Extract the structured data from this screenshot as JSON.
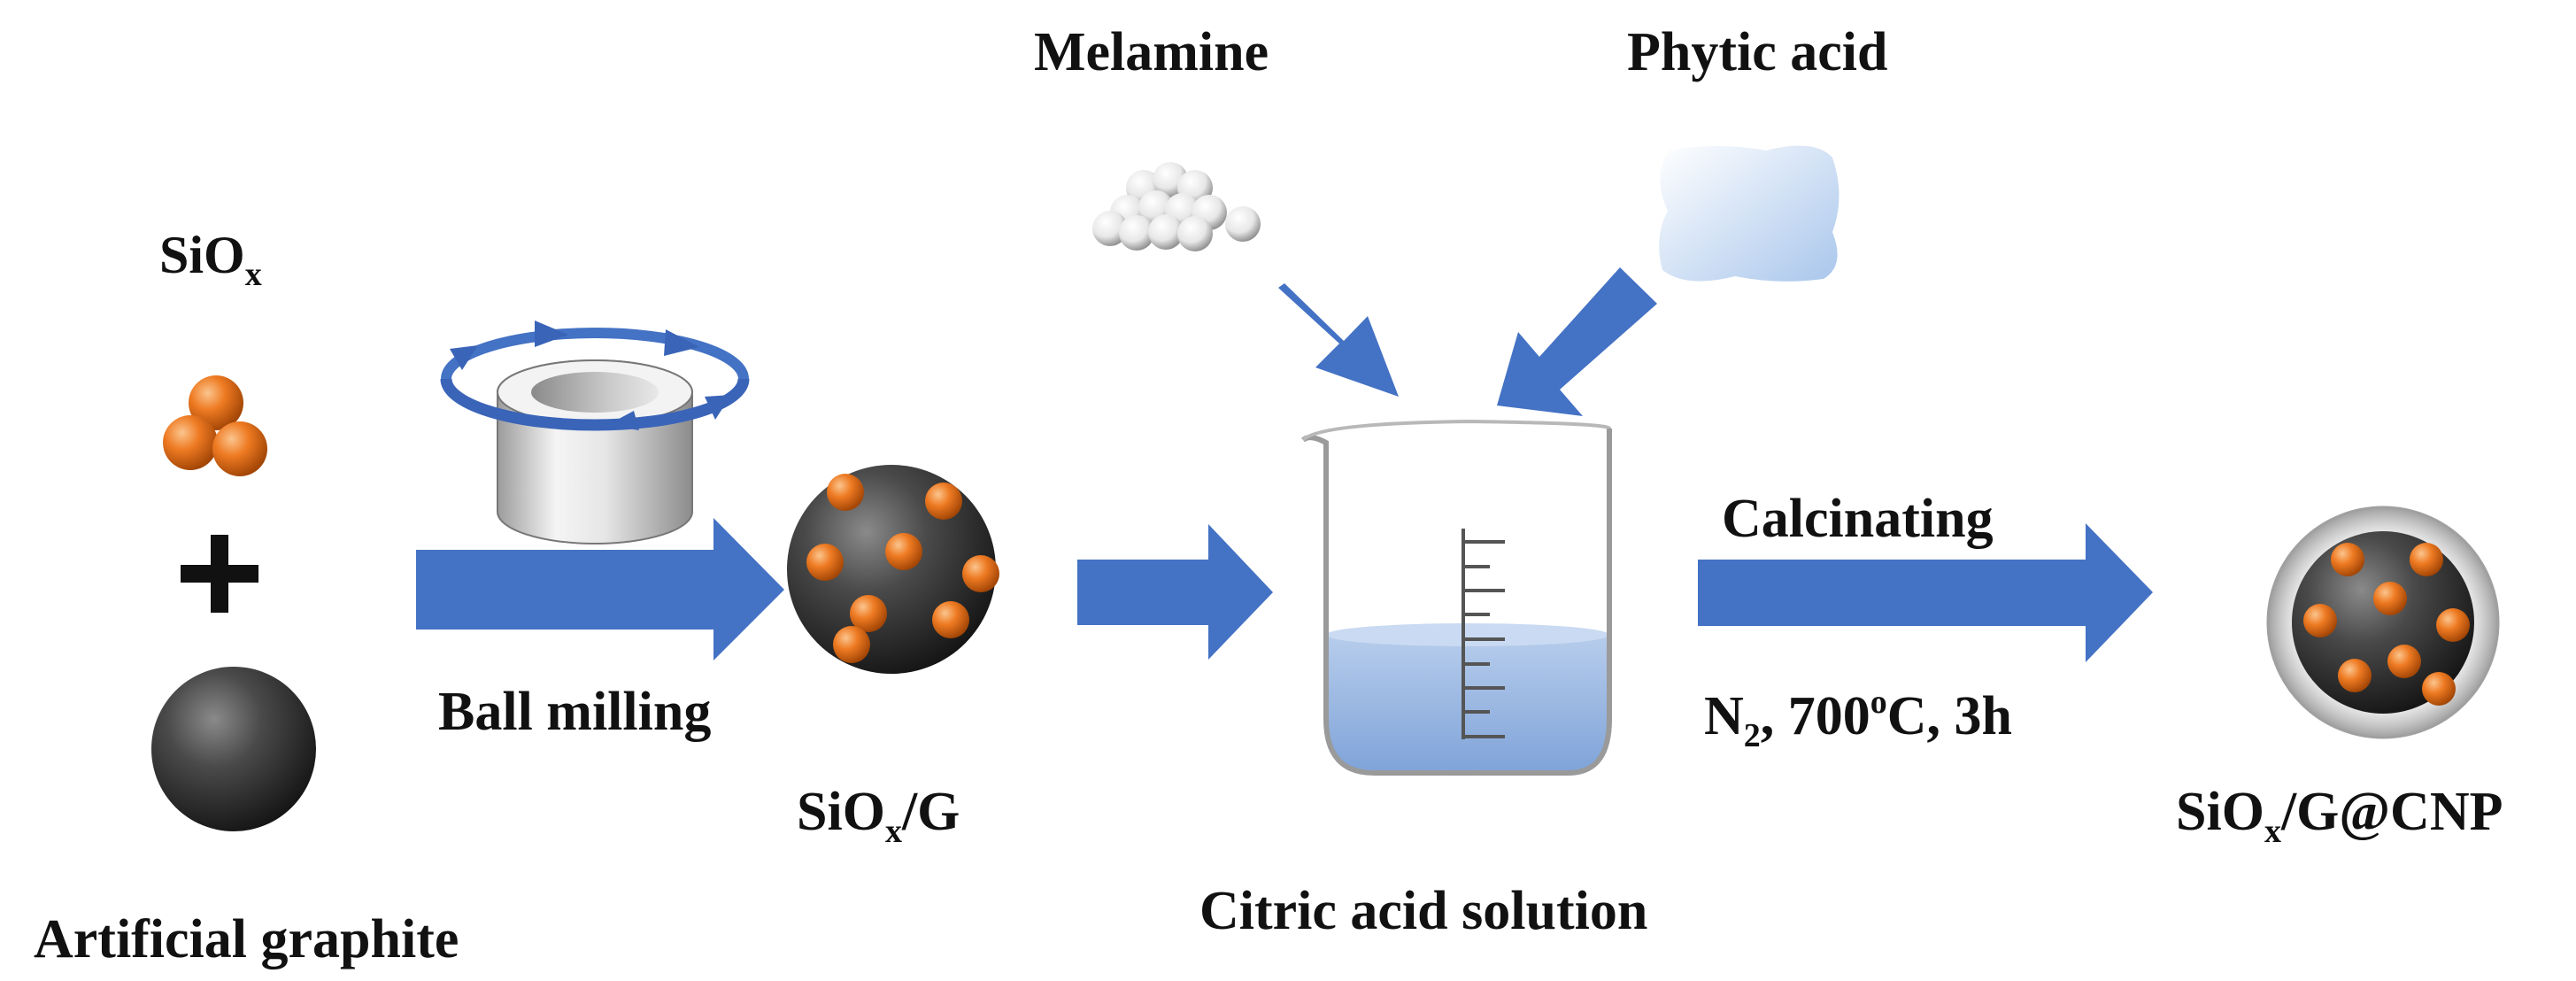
{
  "labels": {
    "siox": {
      "base": "SiO",
      "sub": "x"
    },
    "artificial_graphite": "Artificial graphite",
    "ball_milling": "Ball milling",
    "siox_g": {
      "base": "SiO",
      "sub": "x",
      "tail": "/G"
    },
    "melamine": "Melamine",
    "phytic_acid": "Phytic acid",
    "citric_acid_solution": "Citric acid solution",
    "calcinating": "Calcinating",
    "conditions": {
      "n": "N",
      "n_sub": "2",
      "temp": ", 700",
      "deg": "o",
      "tail": "C, 3h"
    },
    "product": {
      "base": "SiO",
      "sub": "x",
      "tail": "/G@CNP"
    }
  },
  "colors": {
    "arrow_blue": "#4472c4",
    "siox_orange": "#e8731f",
    "graphite_dark": "#3a3a3a",
    "solution_blue": "#9cb8e2",
    "phytic_acid_blue": "#c5daf3"
  },
  "icons": [
    "orange-particle-cluster-icon",
    "plus-icon",
    "graphite-sphere-icon",
    "ball-mill-icon",
    "siox-g-composite-icon",
    "melamine-icon",
    "phytic-acid-icon",
    "beaker-icon",
    "product-sphere-icon"
  ]
}
